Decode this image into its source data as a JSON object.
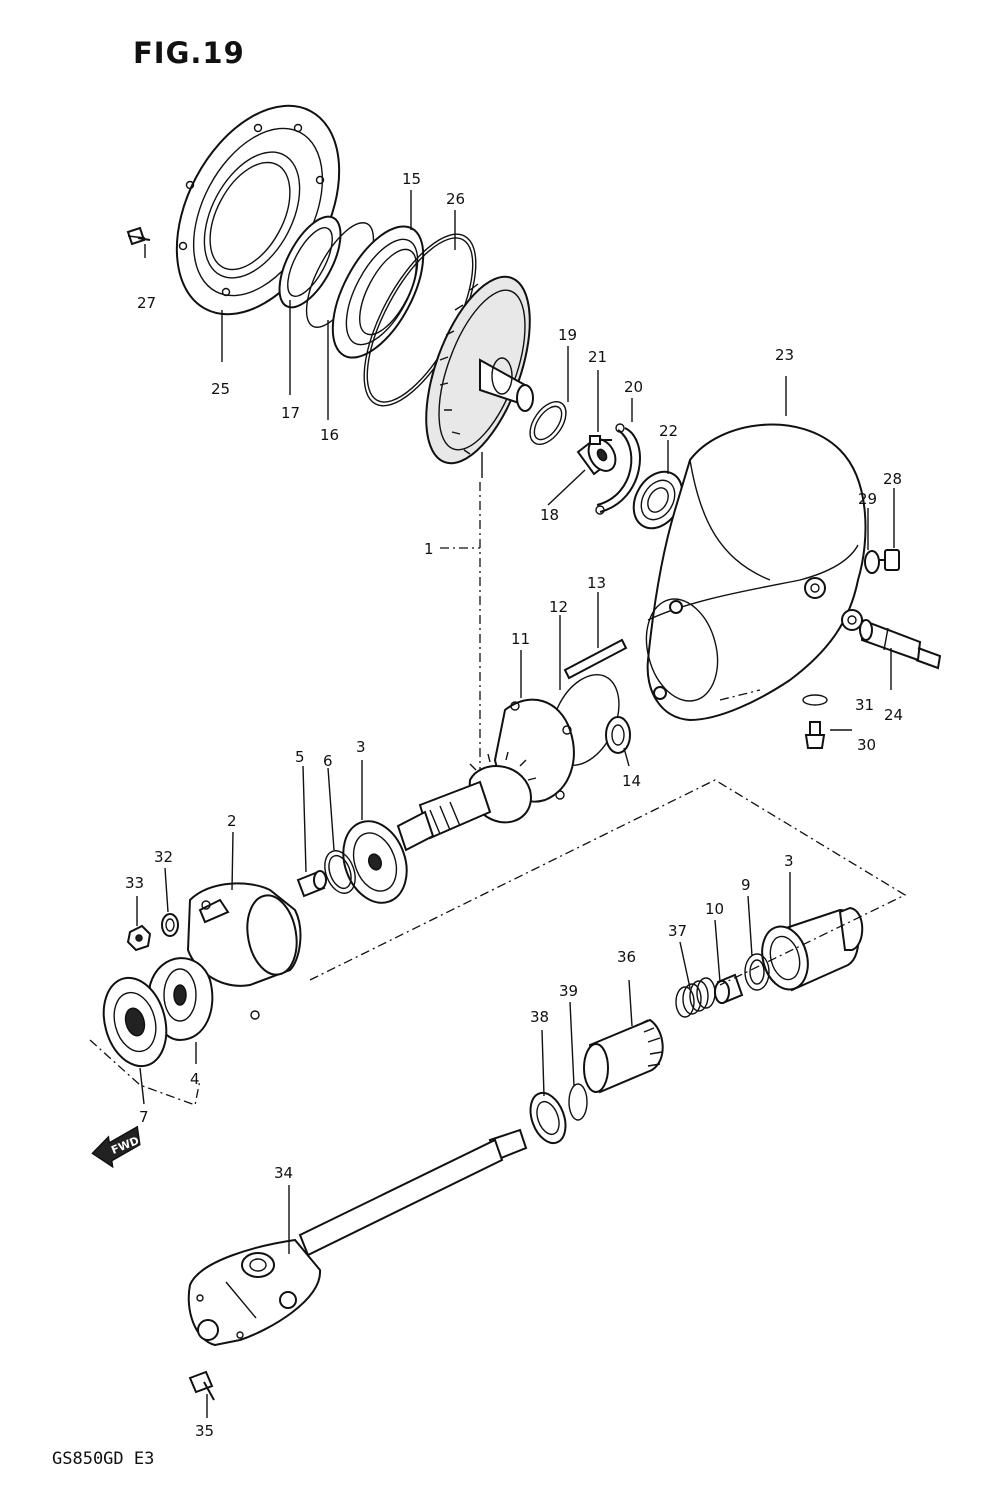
{
  "figure": {
    "title": "FIG.19",
    "model_code": "GS850GD E3"
  },
  "fwd_label": "FWD",
  "callouts": [
    "1",
    "2",
    "3",
    "3",
    "4",
    "5",
    "6",
    "7",
    "9",
    "10",
    "11",
    "12",
    "13",
    "14",
    "15",
    "16",
    "17",
    "18",
    "19",
    "20",
    "21",
    "22",
    "23",
    "24",
    "25",
    "26",
    "27",
    "28",
    "29",
    "30",
    "31",
    "32",
    "33",
    "34",
    "35",
    "36",
    "37",
    "38",
    "39"
  ]
}
